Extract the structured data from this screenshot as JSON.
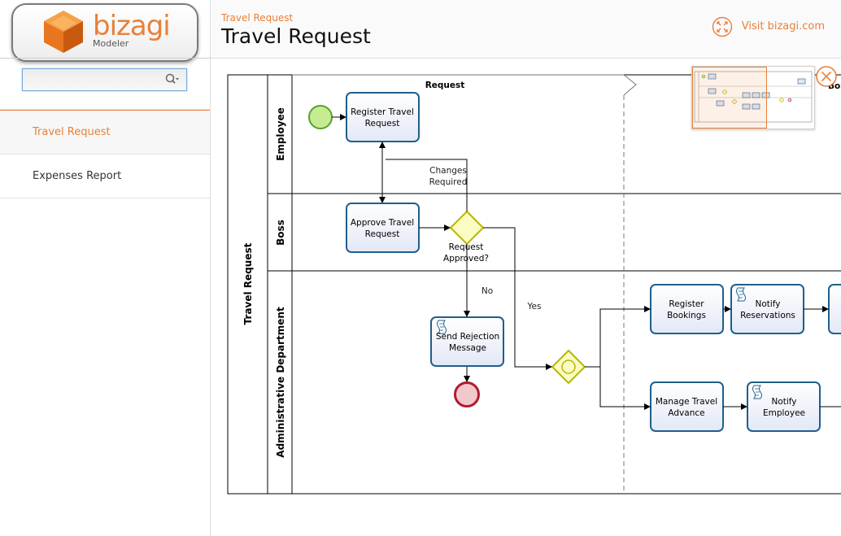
{
  "app": {
    "logo_text": "bizagi",
    "logo_sub": "Modeler"
  },
  "search": {
    "value": "",
    "placeholder": ""
  },
  "sidebar": {
    "items": [
      {
        "label": "Travel Request",
        "active": true
      },
      {
        "label": "Expenses Report",
        "active": false
      }
    ]
  },
  "header": {
    "breadcrumb": "Travel Request",
    "title": "Travel Request",
    "visit_link": "Visit bizagi.com"
  },
  "diagram": {
    "pool": "Travel Request",
    "lanes": {
      "employee": "Employee",
      "boss": "Boss",
      "admin": "Administrative Department"
    },
    "phases": {
      "request": "Request",
      "next": "Bo"
    },
    "tasks": {
      "register_travel": [
        "Register Travel",
        "Request"
      ],
      "approve_travel": [
        "Approve Travel",
        "Request"
      ],
      "send_rejection": [
        "Send Rejection",
        "Message"
      ],
      "register_bookings": [
        "Register",
        "Bookings"
      ],
      "notify_reservations": [
        "Notify",
        "Reservations"
      ],
      "manage_advance": [
        "Manage Travel",
        "Advance"
      ],
      "notify_employee": [
        "Notify",
        "Employee"
      ]
    },
    "gateway_label": [
      "Request",
      "Approved?"
    ],
    "flow_labels": {
      "changes": [
        "Changes",
        "Required"
      ],
      "no": "No",
      "yes": "Yes"
    }
  },
  "colors": {
    "accent": "#e8803a",
    "task_border": "#1f5f8b",
    "task_fill": "#eef2fb",
    "gateway": "#b7b700",
    "start": "#5aa02c",
    "end": "#b01b2e"
  }
}
